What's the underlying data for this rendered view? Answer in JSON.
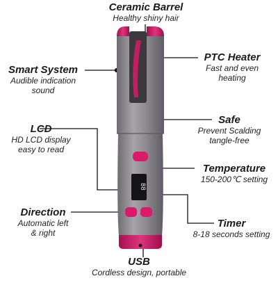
{
  "features": {
    "ceramic_barrel": {
      "title": "Ceramic Barrel",
      "desc": "Healthy shiny hair"
    },
    "smart_system": {
      "title": "Smart System",
      "desc": "Audible indication sound"
    },
    "ptc_heater": {
      "title": "PTC Heater",
      "desc": "Fast and even heating"
    },
    "safe": {
      "title": "Safe",
      "desc": "Prevent Scalding tangle-free"
    },
    "lcd": {
      "title": "LCD",
      "desc": "HD LCD display easy to read"
    },
    "temperature": {
      "title": "Temperature",
      "desc": "150-200℃ setting"
    },
    "direction": {
      "title": "Direction",
      "desc": "Automatic left & right"
    },
    "timer": {
      "title": "Timer",
      "desc": "8-18 seconds setting"
    },
    "usb": {
      "title": "USB",
      "desc": "Cordless design, portable"
    }
  },
  "colors": {
    "body": "#8e8b91",
    "accent": "#d81b6a",
    "text": "#1a1a1a"
  },
  "display": {
    "glyph": "88"
  }
}
